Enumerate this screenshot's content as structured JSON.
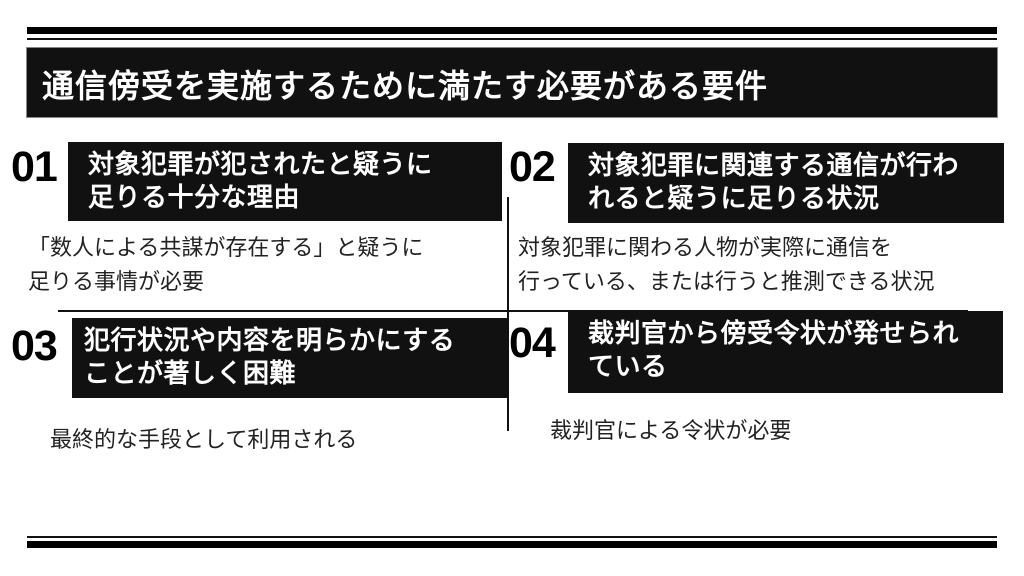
{
  "title": "通信傍受を実施するために満たす必要がある要件",
  "items": [
    {
      "number": "01",
      "heading_line1": "対象犯罪が犯されたと疑うに",
      "heading_line2": "足りる十分な理由",
      "desc_line1": "「数人による共謀が存在する」と疑うに",
      "desc_line2": "足りる事情が必要"
    },
    {
      "number": "02",
      "heading_line1": "対象犯罪に関連する通信が行わ",
      "heading_line2": "れると疑うに足りる状況",
      "desc_line1": "対象犯罪に関わる人物が実際に通信を",
      "desc_line2": "行っている、または行うと推測できる状況"
    },
    {
      "number": "03",
      "heading_line1": "犯行状況や内容を明らかにする",
      "heading_line2": "ことが著しく困難",
      "desc_line1": "最終的な手段として利用される"
    },
    {
      "number": "04",
      "heading_line1": "裁判官から傍受令状が発せられ",
      "heading_line2": "ている",
      "desc_line1": "裁判官による令状が必要"
    }
  ],
  "colors": {
    "box_background": "#111111",
    "box_text": "#ffffff",
    "body_text": "#222222",
    "rules": "#000000"
  }
}
